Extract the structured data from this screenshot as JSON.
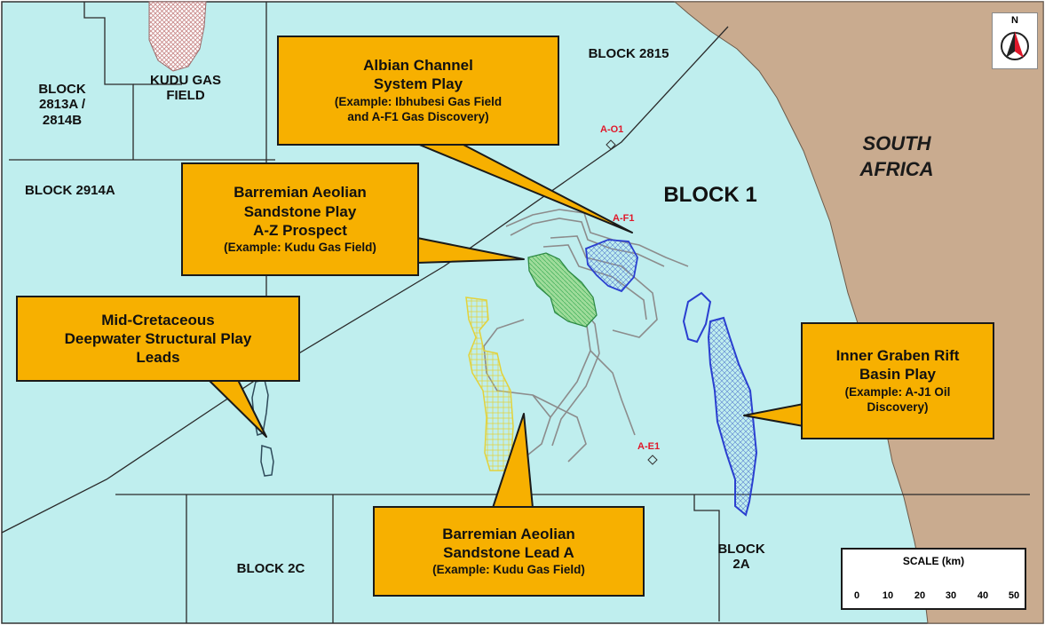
{
  "blocks": {
    "block_2813a": "BLOCK\n2813A /\n2814B",
    "kudu_field": "KUDU GAS\nFIELD",
    "block_2815": "BLOCK 2815",
    "block_2914a": "BLOCK 2914A",
    "block_1": "BLOCK 1",
    "block_2c": "BLOCK 2C",
    "block_2a": "BLOCK\n2A"
  },
  "country": "SOUTH\nAFRICA",
  "callouts": {
    "albian": {
      "title": "Albian Channel\nSystem Play",
      "sub": "(Example: Ibhubesi Gas Field\nand A-F1 Gas Discovery)"
    },
    "barremian_az": {
      "title": "Barremian Aeolian\nSandstone Play\nA-Z Prospect",
      "sub": "(Example: Kudu Gas Field)"
    },
    "midcret": {
      "title": "Mid-Cretaceous\nDeepwater Structural Play\nLeads",
      "sub": ""
    },
    "inner_graben": {
      "title": "Inner Graben Rift\nBasin Play",
      "sub": "(Example: A-J1 Oil\nDiscovery)"
    },
    "barremian_lead": {
      "title": "Barremian Aeolian\nSandstone Lead A",
      "sub": "(Example: Kudu Gas Field)"
    }
  },
  "wells": {
    "ao1": "A-O1",
    "af1": "A-F1",
    "ae1": "A-E1"
  },
  "scale": {
    "title": "SCALE  (km)",
    "ticks": [
      "0",
      "10",
      "20",
      "30",
      "40",
      "50"
    ]
  },
  "north": "N",
  "colors": {
    "sea": "#bfeeee",
    "land": "#c9ab8f",
    "callout": "#f7b000",
    "well_label": "#e0182a",
    "channel": "#8c8c8c",
    "graben_outline": "#2a3fd0",
    "sandstone_lead": "#e3d23a",
    "kudu_prospect": "#3fae5a",
    "kudu_field_hatch": "#c98a8a"
  }
}
